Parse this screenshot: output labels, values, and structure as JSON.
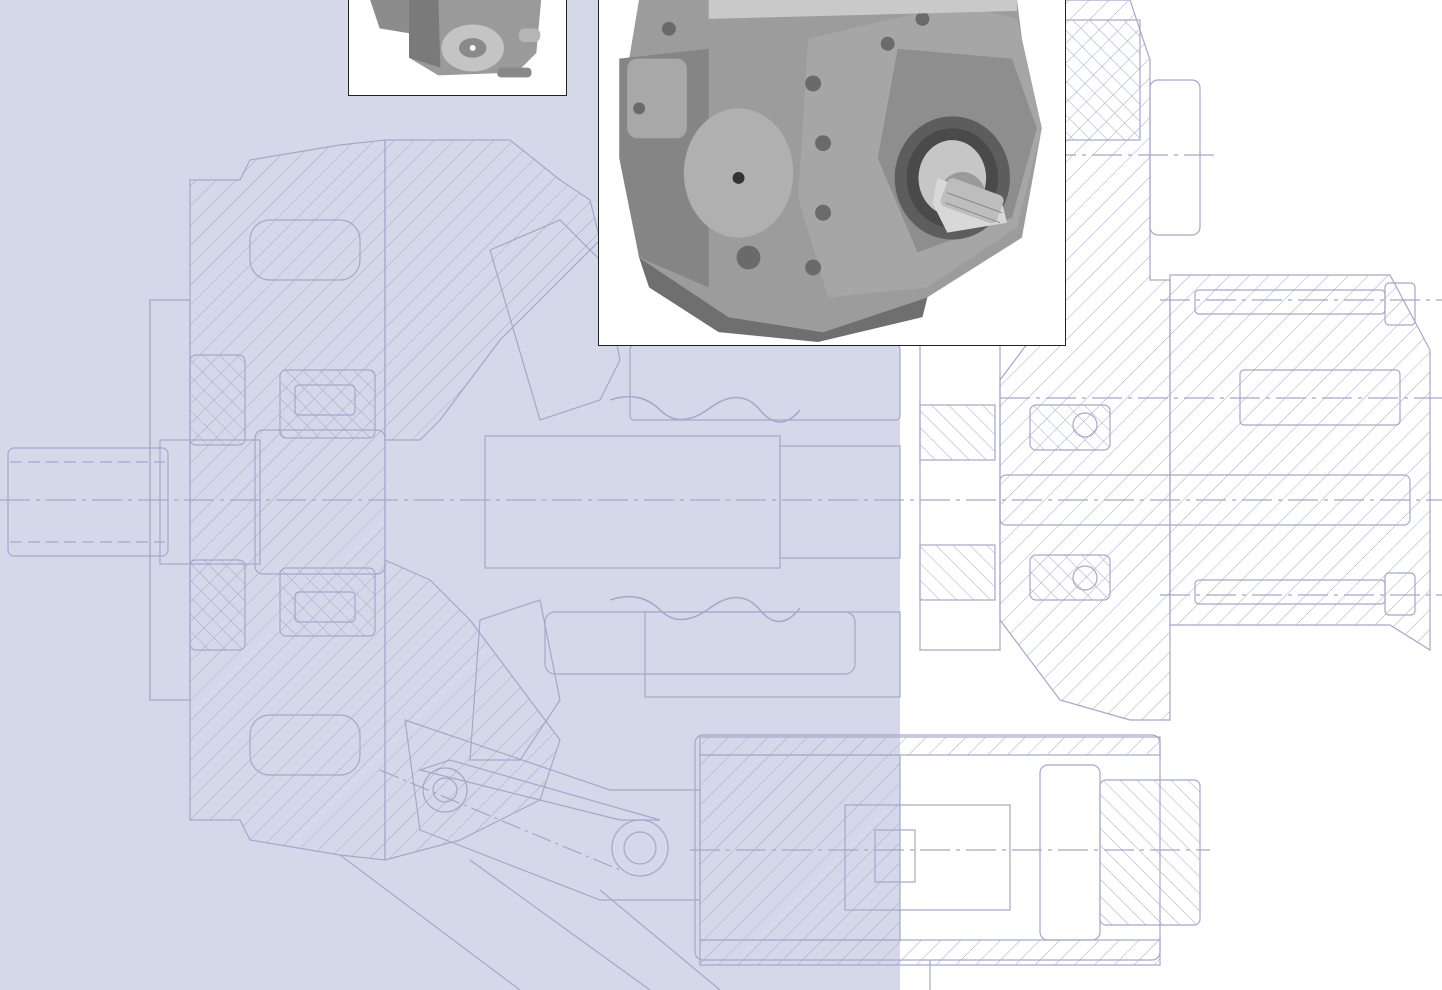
{
  "colors": {
    "panel_tint": "#d5d8e8",
    "drawing_line": "#a3a8cc",
    "photo_frame": "#222222",
    "pump_body": "#9a9a9a",
    "pump_shadow": "#6f6f6f",
    "pump_highlight": "#c9c9c9"
  },
  "figures": {
    "cross_section": "pump-cross-section-drawing",
    "photo_small": "pump-photo-small",
    "photo_large": "pump-photo-large"
  }
}
